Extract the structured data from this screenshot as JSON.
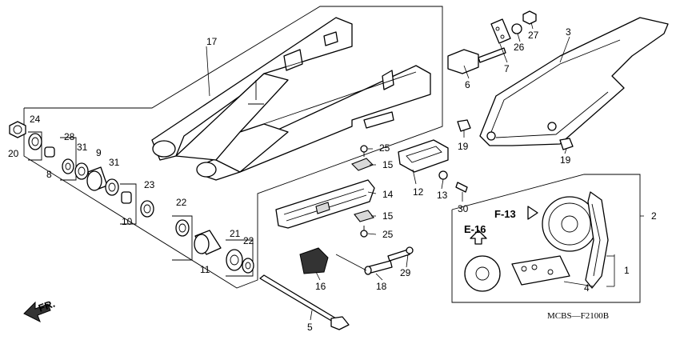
{
  "diagram": {
    "code": "MCBS—F2100B",
    "direction_label": "FR.",
    "refs": [
      "F-13",
      "E-16"
    ],
    "callouts": {
      "c1": "1",
      "c2": "2",
      "c3": "3",
      "c4": "4",
      "c5": "5",
      "c6": "6",
      "c7": "7",
      "c8": "8",
      "c9": "9",
      "c10": "10",
      "c11": "11",
      "c12": "12",
      "c13": "13",
      "c14": "14",
      "c15a": "15",
      "c15b": "15",
      "c16": "16",
      "c17": "17",
      "c18": "18",
      "c19a": "19",
      "c19b": "19",
      "c20": "20",
      "c21": "21",
      "c22a": "22",
      "c22b": "22",
      "c23": "23",
      "c24": "24",
      "c25a": "25",
      "c25b": "25",
      "c26": "26",
      "c27": "27",
      "c28": "28",
      "c29": "29",
      "c30": "30",
      "c31a": "31",
      "c31b": "31"
    }
  }
}
